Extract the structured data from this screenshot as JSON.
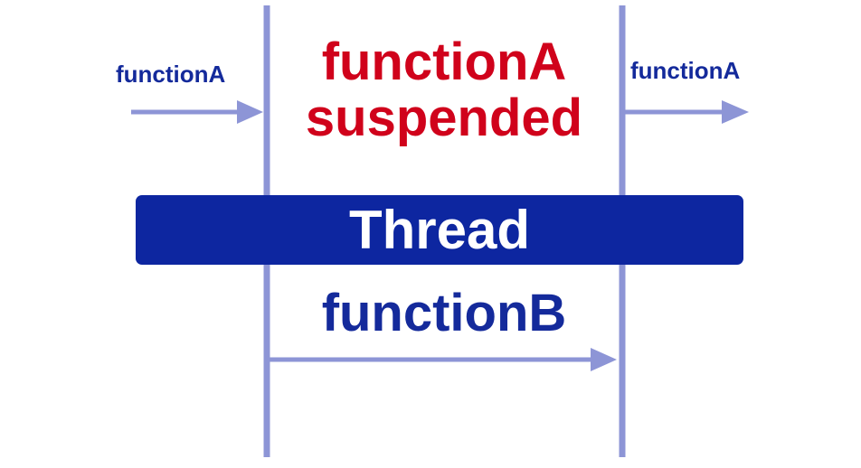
{
  "labels": {
    "left_call": "functionA",
    "right_call": "functionA",
    "suspended_line1": "functionA",
    "suspended_line2": "suspended",
    "thread": "Thread",
    "function_b": "functionB"
  },
  "colors": {
    "navy": "#142a9b",
    "red": "#d0021b",
    "line": "#8d95d6",
    "bar": "#0d26a0",
    "white": "#ffffff"
  }
}
